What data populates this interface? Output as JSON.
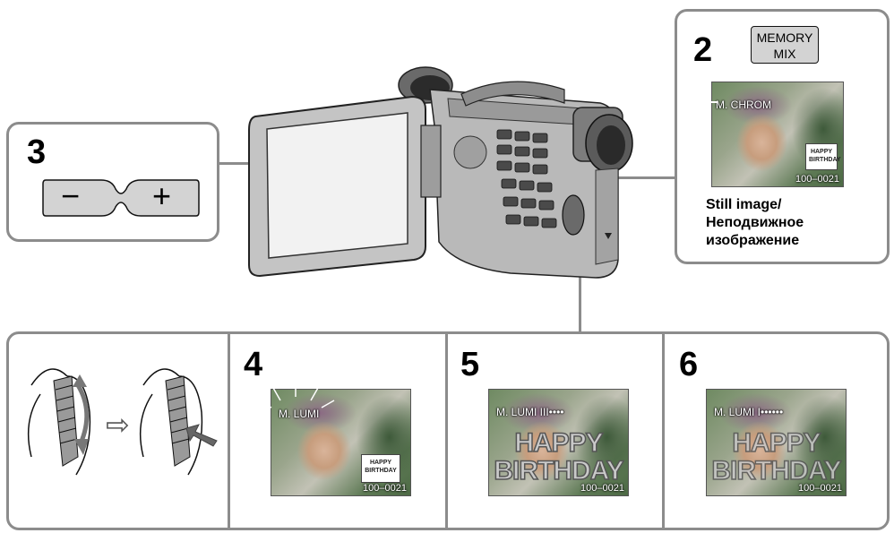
{
  "step2": {
    "number": "2",
    "button_line1": "MEMORY",
    "button_line2": "MIX",
    "osd": "M. CHROM",
    "memo_line1": "HAPPY",
    "memo_line2": "BIRTHDAY",
    "counter": "100–0021",
    "caption_line1": "Still image/",
    "caption_line2": "Неподвижное",
    "caption_line3": "изображение"
  },
  "step3": {
    "number": "3",
    "minus": "−",
    "plus": "+"
  },
  "step4": {
    "number": "4",
    "osd": "M. LUMI",
    "memo_line1": "HAPPY",
    "memo_line2": "BIRTHDAY",
    "counter": "100–0021"
  },
  "step5": {
    "number": "5",
    "osd": "M. LUMI  III••••",
    "big_line1": "HAPPY",
    "big_line2": "BIRTHDAY",
    "counter": "100–0021"
  },
  "step6": {
    "number": "6",
    "osd": "M. LUMI  I••••••",
    "big_line1": "HAPPY",
    "big_line2": "BIRTHDAY",
    "counter": "100–0021"
  },
  "icons": {
    "arrow": "⇨"
  }
}
